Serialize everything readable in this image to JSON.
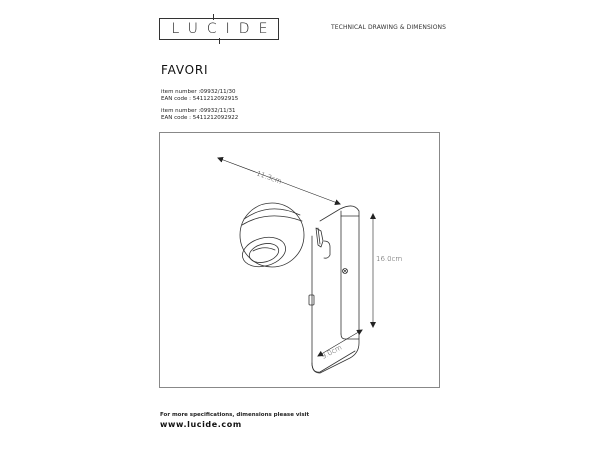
{
  "header": {
    "brand": "LUCIDE",
    "title": "TECHNICAL DRAWING & DIMENSIONS"
  },
  "product": {
    "name": "FAVORI",
    "variants": [
      {
        "item_label": "item number :",
        "item_number": "09932/11/30",
        "ean_label": "EAN code : ",
        "ean": "5411212092915"
      },
      {
        "item_label": "item number :",
        "item_number": "09932/11/31",
        "ean_label": "EAN code : ",
        "ean": "5411212092922"
      }
    ]
  },
  "drawing": {
    "dimensions": {
      "width": "11.3cm",
      "height": "16.0cm",
      "depth": "9.0cm"
    },
    "colors": {
      "line": "#333333",
      "frame": "#888888"
    }
  },
  "footer": {
    "note": "For more specifications, dimensions please visit",
    "url": "www.lucide.com"
  }
}
